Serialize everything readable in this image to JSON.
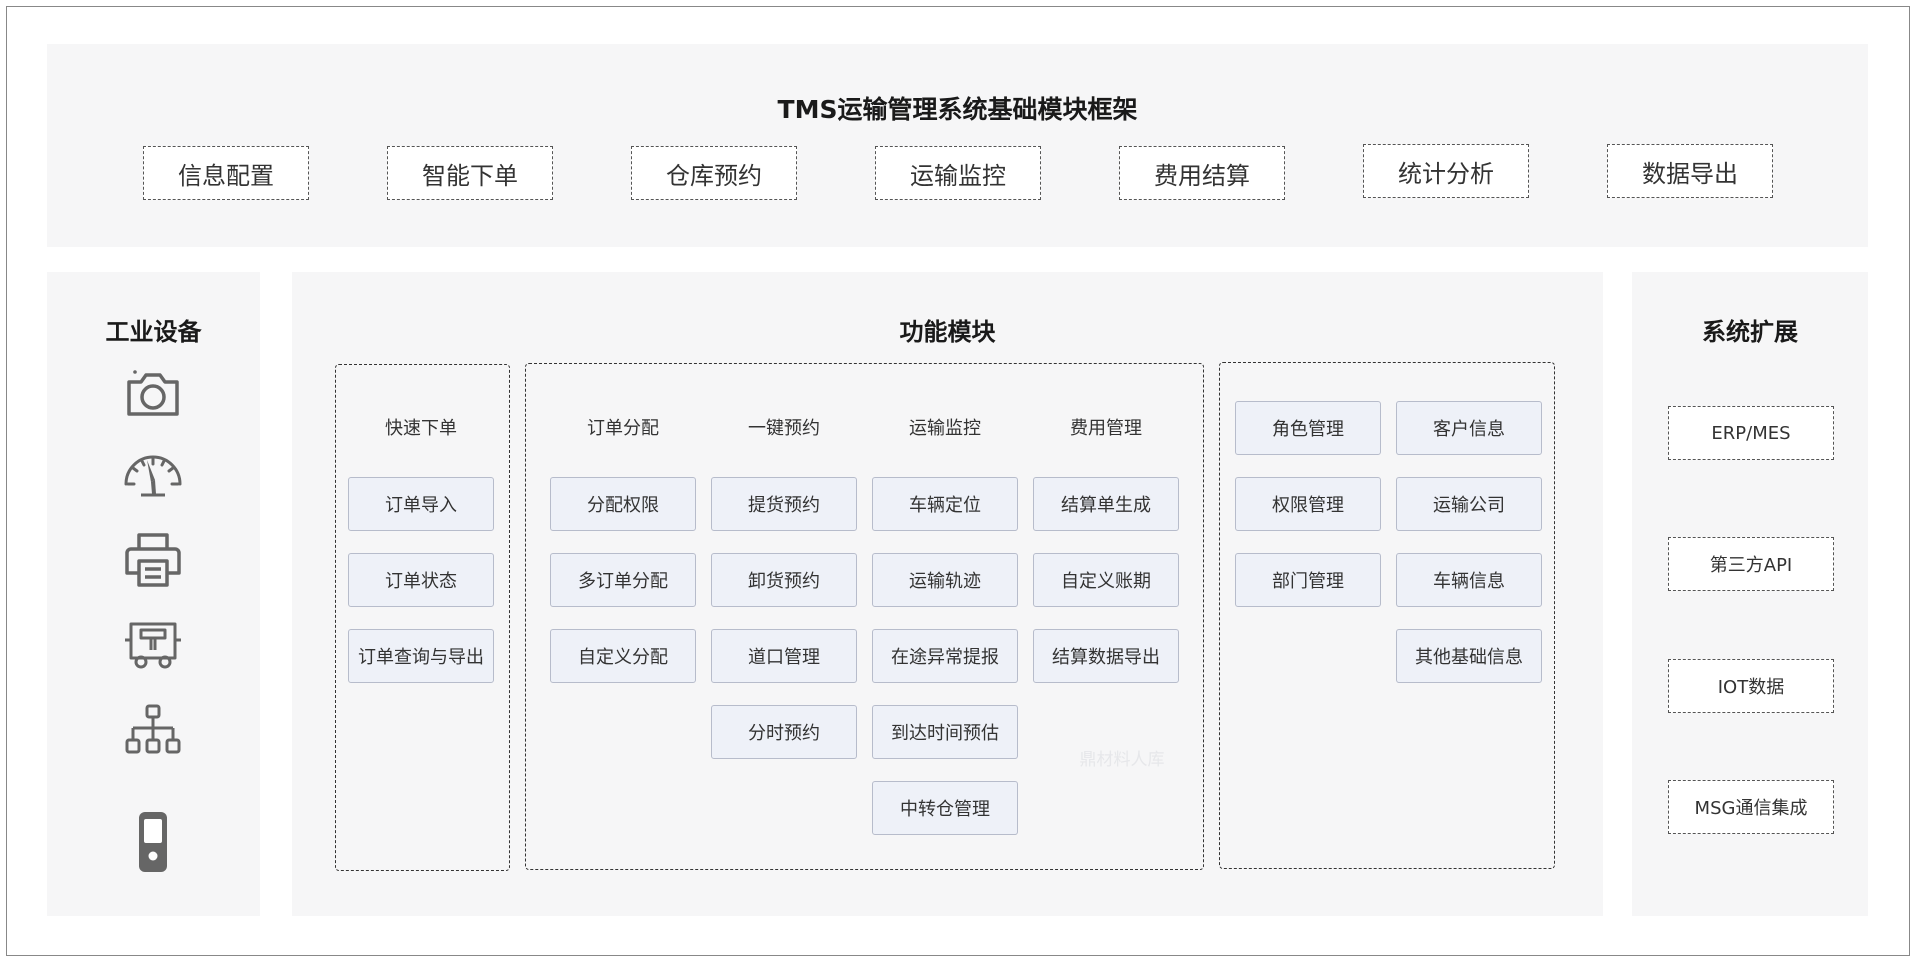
{
  "top": {
    "title": "TMS运输管理系统基础模块框架",
    "modules": [
      "信息配置",
      "智能下单",
      "仓库预约",
      "运输监控",
      "费用结算",
      "统计分析",
      "数据导出"
    ]
  },
  "left": {
    "title": "工业设备",
    "icons": [
      "camera-icon",
      "gauge-icon",
      "printer-icon",
      "vehicle-icon",
      "org-chart-icon",
      "handheld-terminal-icon"
    ]
  },
  "center": {
    "title": "功能模块",
    "order_group": {
      "header": "快速下单",
      "items": [
        "订单导入",
        "订单状态",
        "订单查询与导出"
      ]
    },
    "columns": [
      {
        "header": "订单分配",
        "items": [
          "分配权限",
          "多订单分配",
          "自定义分配"
        ]
      },
      {
        "header": "一键预约",
        "items": [
          "提货预约",
          "卸货预约",
          "道口管理",
          "分时预约"
        ]
      },
      {
        "header": "运输监控",
        "items": [
          "车辆定位",
          "运输轨迹",
          "在途异常提报",
          "到达时间预估",
          "中转仓管理"
        ]
      },
      {
        "header": "费用管理",
        "items": [
          "结算单生成",
          "自定义账期",
          "结算数据导出"
        ]
      }
    ],
    "base_group": {
      "col1": [
        "角色管理",
        "权限管理",
        "部门管理"
      ],
      "col2": [
        "客户信息",
        "运输公司",
        "车辆信息",
        "其他基础信息"
      ]
    },
    "watermark": "鼎材料人库"
  },
  "right": {
    "title": "系统扩展",
    "items": [
      "ERP/MES",
      "第三方API",
      "IOT数据",
      "MSG通信集成"
    ]
  },
  "colors": {
    "panel_bg": "#f6f6f7",
    "button_bg": "#eef1f8",
    "button_border": "#b7bccb",
    "icon_gray": "#666666"
  }
}
